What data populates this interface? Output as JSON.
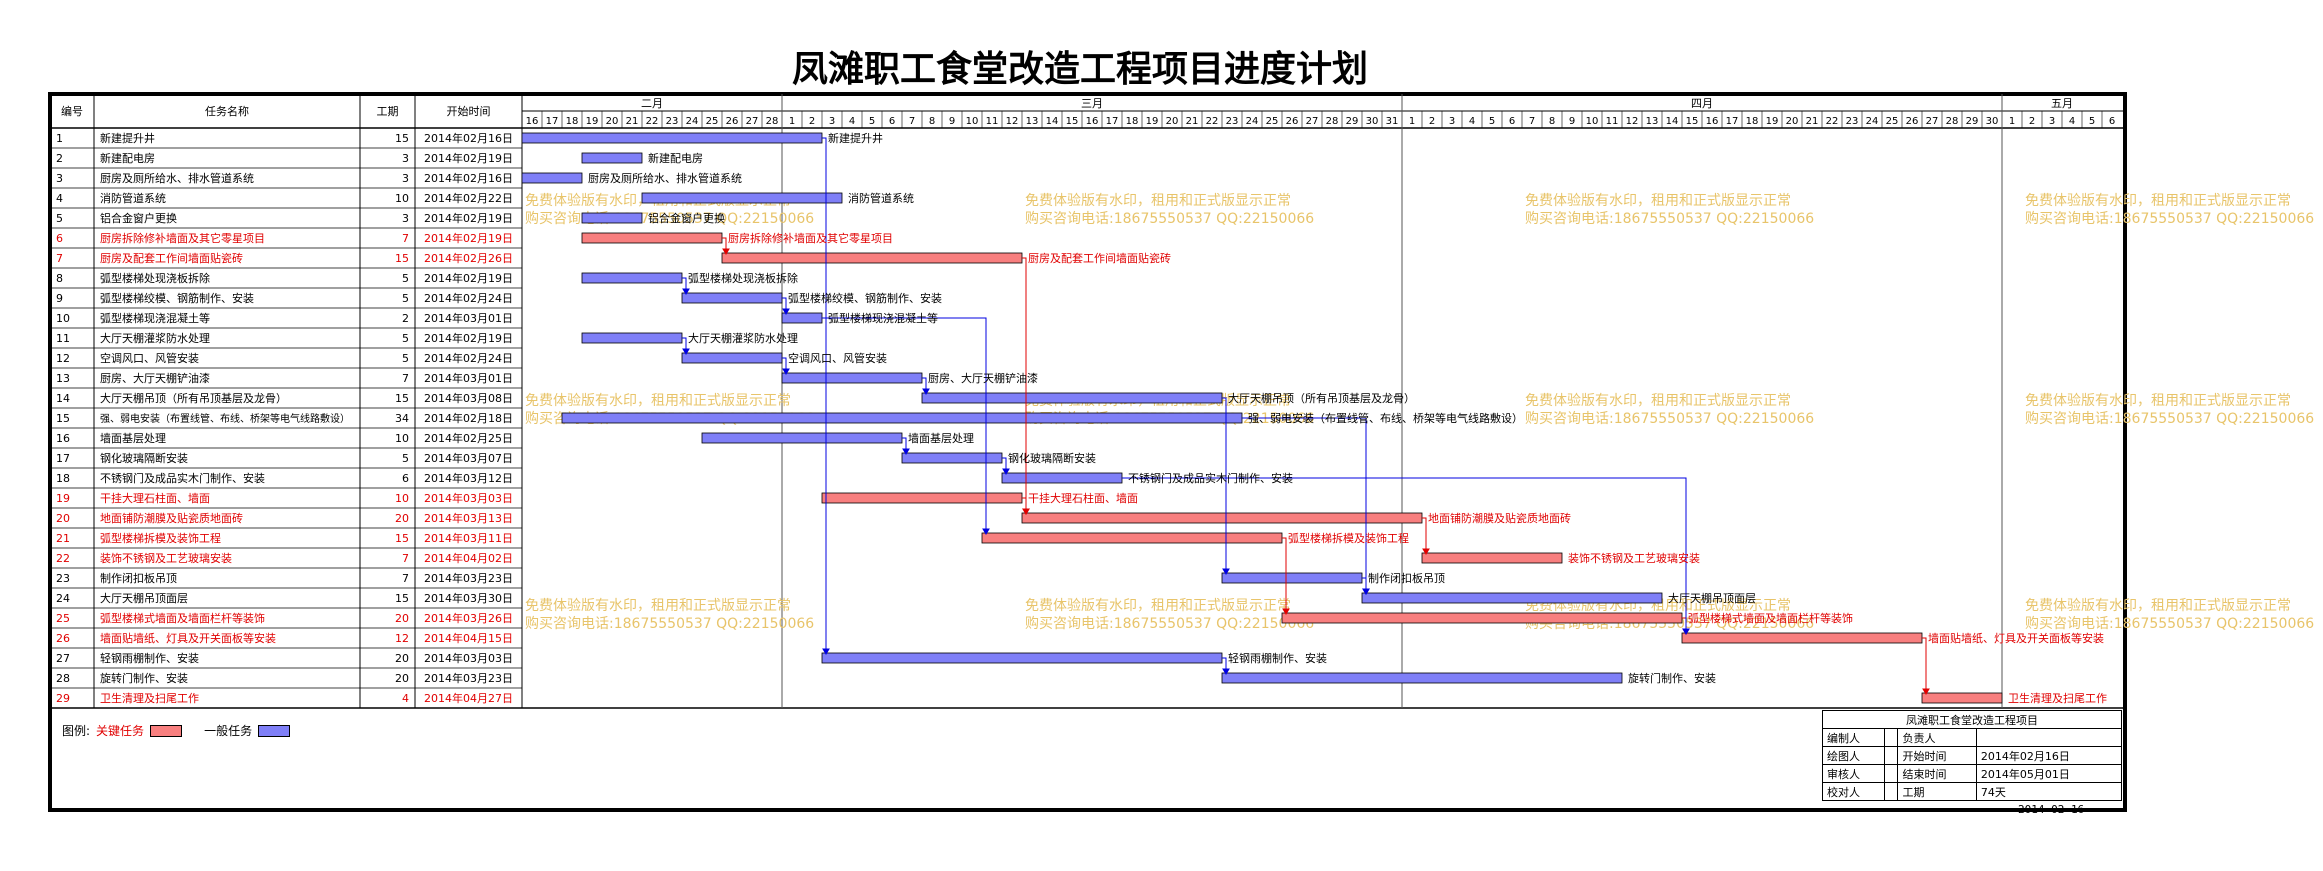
{
  "title": "凤滩职工食堂改造工程项目进度计划",
  "headers": {
    "id": "编号",
    "name": "任务名称",
    "duration": "工期",
    "start": "开始时间"
  },
  "timeline": {
    "months": [
      "二月",
      "三月",
      "四月",
      "五月"
    ],
    "start_day": "2014-02-16",
    "days_shown": 80
  },
  "legend": {
    "prefix": "图例:",
    "critical": "关键任务",
    "normal": "一般任务"
  },
  "colors": {
    "critical": "#f87f7f",
    "normal": "#7f7ff7",
    "critical_text": "#e00000",
    "arrow_critical": "#e00000",
    "arrow_normal": "#0000e0"
  },
  "chart_data": {
    "type": "gantt",
    "title": "凤滩职工食堂改造工程项目进度计划",
    "tasks": [
      {
        "id": "1",
        "name": "新建提升井",
        "duration": "15",
        "start": "2014年02月16日",
        "label": "新建提升井",
        "critical": false
      },
      {
        "id": "2",
        "name": "新建配电房",
        "duration": "3",
        "start": "2014年02月19日",
        "label": "新建配电房",
        "critical": false
      },
      {
        "id": "3",
        "name": "厨房及厕所给水、排水管道系统",
        "duration": "3",
        "start": "2014年02月16日",
        "label": "厨房及厕所给水、排水管道系统",
        "critical": false
      },
      {
        "id": "4",
        "name": "消防管道系统",
        "duration": "10",
        "start": "2014年02月22日",
        "label": "消防管道系统",
        "critical": false
      },
      {
        "id": "5",
        "name": "铝合金窗户更换",
        "duration": "3",
        "start": "2014年02月19日",
        "label": "铝合金窗户更换",
        "critical": false
      },
      {
        "id": "6",
        "name": "厨房拆除修补墙面及其它零星项目",
        "duration": "7",
        "start": "2014年02月19日",
        "label": "厨房拆除修补墙面及其它零星项目",
        "critical": true
      },
      {
        "id": "7",
        "name": "厨房及配套工作间墙面贴瓷砖",
        "duration": "15",
        "start": "2014年02月26日",
        "label": "厨房及配套工作间墙面贴瓷砖",
        "critical": true
      },
      {
        "id": "8",
        "name": "弧型楼梯处现浇板拆除",
        "duration": "5",
        "start": "2014年02月19日",
        "label": "弧型楼梯处现浇板拆除",
        "critical": false
      },
      {
        "id": "9",
        "name": "弧型楼梯绞模、钢筋制作、安装",
        "duration": "5",
        "start": "2014年02月24日",
        "label": "弧型楼梯绞模、钢筋制作、安装",
        "critical": false
      },
      {
        "id": "10",
        "name": "弧型楼梯现浇混凝土等",
        "duration": "2",
        "start": "2014年03月01日",
        "label": "弧型楼梯现浇混凝土等",
        "critical": false
      },
      {
        "id": "11",
        "name": "大厅天棚灌浆防水处理",
        "duration": "5",
        "start": "2014年02月19日",
        "label": "大厅天棚灌浆防水处理",
        "critical": false
      },
      {
        "id": "12",
        "name": "空调风口、风管安装",
        "duration": "5",
        "start": "2014年02月24日",
        "label": "空调风口、风管安装",
        "critical": false
      },
      {
        "id": "13",
        "name": "厨房、大厅天棚铲油漆",
        "duration": "7",
        "start": "2014年03月01日",
        "label": "厨房、大厅天棚铲油漆",
        "critical": false
      },
      {
        "id": "14",
        "name": "大厅天棚吊顶（所有吊顶基层及龙骨）",
        "duration": "15",
        "start": "2014年03月08日",
        "label": "大厅天棚吊顶（所有吊顶基层及龙骨）",
        "critical": false
      },
      {
        "id": "15",
        "name": "强、弱电安装（布置线管、布线、桥架等电气线路敷设）",
        "duration": "34",
        "start": "2014年02月18日",
        "label": "强、弱电安装（布置线管、布线、桥架等电气线路敷设）",
        "critical": false
      },
      {
        "id": "16",
        "name": "墙面基层处理",
        "duration": "10",
        "start": "2014年02月25日",
        "label": "墙面基层处理",
        "critical": false
      },
      {
        "id": "17",
        "name": "钢化玻璃隔断安装",
        "duration": "5",
        "start": "2014年03月07日",
        "label": "钢化玻璃隔断安装",
        "critical": false
      },
      {
        "id": "18",
        "name": "不锈钢门及成品实木门制作、安装",
        "duration": "6",
        "start": "2014年03月12日",
        "label": "不锈钢门及成品实木门制作、安装",
        "critical": false
      },
      {
        "id": "19",
        "name": "干挂大理石柱面、墙面",
        "duration": "10",
        "start": "2014年03月03日",
        "label": "干挂大理石柱面、墙面",
        "critical": true
      },
      {
        "id": "20",
        "name": "地面铺防潮膜及贴瓷质地面砖",
        "duration": "20",
        "start": "2014年03月13日",
        "label": "地面铺防潮膜及贴瓷质地面砖",
        "critical": true
      },
      {
        "id": "21",
        "name": "弧型楼梯拆模及装饰工程",
        "duration": "15",
        "start": "2014年03月11日",
        "label": "弧型楼梯拆模及装饰工程",
        "critical": true
      },
      {
        "id": "22",
        "name": "装饰不锈钢及工艺玻璃安装",
        "duration": "7",
        "start": "2014年04月02日",
        "label": "装饰不锈钢及工艺玻璃安装",
        "critical": true
      },
      {
        "id": "23",
        "name": "制作闭扣板吊顶",
        "duration": "7",
        "start": "2014年03月23日",
        "label": "制作闭扣板吊顶",
        "critical": false
      },
      {
        "id": "24",
        "name": "大厅天棚吊顶面层",
        "duration": "15",
        "start": "2014年03月30日",
        "label": "大厅天棚吊顶面层",
        "critical": false
      },
      {
        "id": "25",
        "name": "弧型楼梯式墙面及墙面栏杆等装饰",
        "duration": "20",
        "start": "2014年03月26日",
        "label": "弧型楼梯式墙面及墙面栏杆等装饰",
        "critical": true
      },
      {
        "id": "26",
        "name": "墙面贴墙纸、灯具及开关面板等安装",
        "duration": "12",
        "start": "2014年04月15日",
        "label": "墙面贴墙纸、灯具及开关面板等安装",
        "critical": true
      },
      {
        "id": "27",
        "name": "轻钢雨棚制作、安装",
        "duration": "20",
        "start": "2014年03月03日",
        "label": "轻钢雨棚制作、安装",
        "critical": false
      },
      {
        "id": "28",
        "name": "旋转门制作、安装",
        "duration": "20",
        "start": "2014年03月23日",
        "label": "旋转门制作、安装",
        "critical": false
      },
      {
        "id": "29",
        "name": "卫生清理及扫尾工作",
        "duration": "4",
        "start": "2014年04月27日",
        "label": "卫生清理及扫尾工作",
        "critical": true
      }
    ]
  },
  "info_table": {
    "caption": "凤滩职工食堂改造工程项目",
    "rows": [
      {
        "k1": "编制人",
        "v1": "",
        "k2": "负责人",
        "v2": ""
      },
      {
        "k1": "绘图人",
        "v1": "",
        "k2": "开始时间",
        "v2": "2014年02月16日"
      },
      {
        "k1": "审核人",
        "v1": "",
        "k2": "结束时间",
        "v2": "2014年05月01日"
      },
      {
        "k1": "校对人",
        "v1": "",
        "k2": "工期",
        "v2": "74天"
      }
    ],
    "footer_date": "2014-02-16"
  },
  "watermark": {
    "line1": "免费体验版有水印，租用和正式版显示正常",
    "line2": "购买咨询电话:18675550537 QQ:22150066"
  }
}
